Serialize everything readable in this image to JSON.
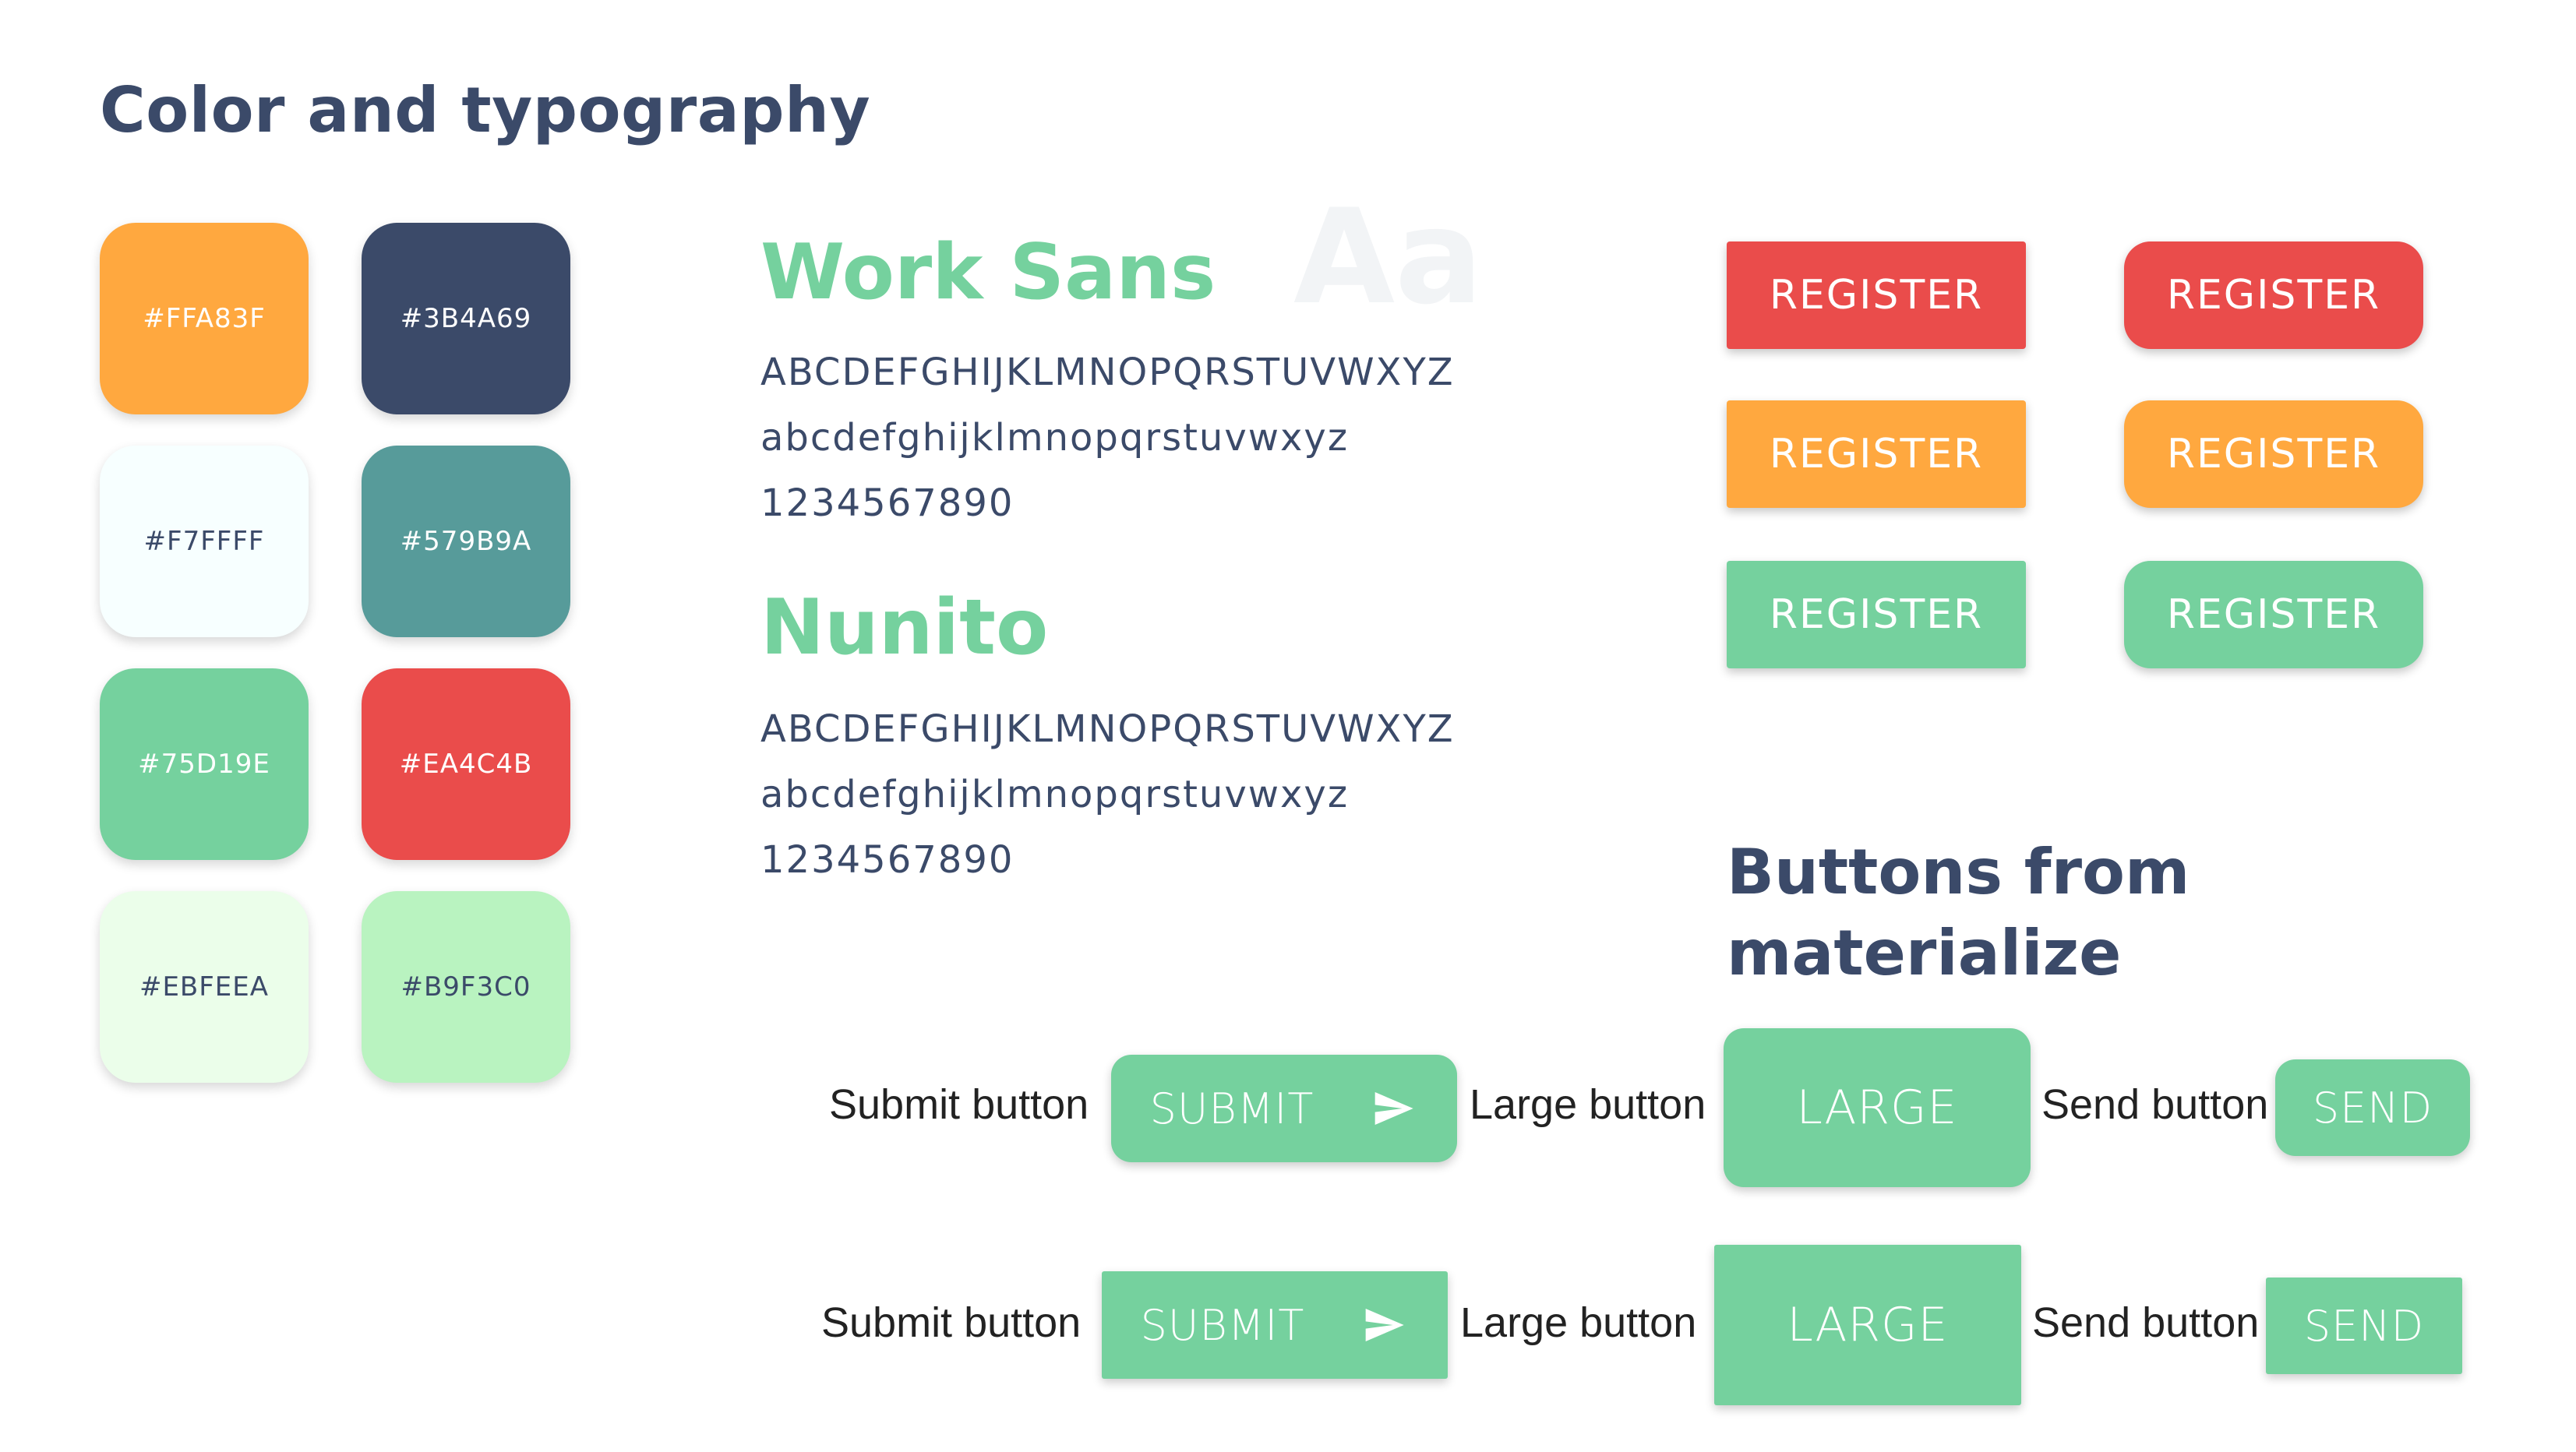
{
  "page_title": "Color and typography",
  "colors": {
    "orange": "#FFA83F",
    "navy": "#3B4A69",
    "ice": "#F7FFFF",
    "teal": "#579B9A",
    "green": "#75D19E",
    "red": "#EA4C4B",
    "mint": "#EBFEEA",
    "light_green": "#B9F3C0"
  },
  "swatches": [
    {
      "label": "#FFA83F",
      "bg": "#FFA83F",
      "text_color": "#ffffff"
    },
    {
      "label": "#3B4A69",
      "bg": "#3B4A69",
      "text_color": "#ffffff"
    },
    {
      "label": "#F7FFFF",
      "bg": "#F7FFFF",
      "text_color": "#3B4A69"
    },
    {
      "label": "#579B9A",
      "bg": "#579B9A",
      "text_color": "#ffffff"
    },
    {
      "label": "#75D19E",
      "bg": "#75D19E",
      "text_color": "#ffffff"
    },
    {
      "label": "#EA4C4B",
      "bg": "#EA4C4B",
      "text_color": "#ffffff"
    },
    {
      "label": "#EBFEEA",
      "bg": "#EBFEEA",
      "text_color": "#3B4A69"
    },
    {
      "label": "#B9F3C0",
      "bg": "#B9F3C0",
      "text_color": "#3B4A69"
    }
  ],
  "typography": {
    "work_sans": {
      "name": "Work Sans",
      "sample_glyph": "Aa",
      "uppercase": "ABCDEFGHIJKLMNOPQRSTUVWXYZ",
      "lowercase": "abcdefghijklmnopqrstuvwxyz",
      "digits": "1234567890"
    },
    "nunito": {
      "name": "Nunito",
      "uppercase": "ABCDEFGHIJKLMNOPQRSTUVWXYZ",
      "lowercase": "abcdefghijklmnopqrstuvwxyz",
      "digits": "1234567890"
    }
  },
  "register_buttons": [
    {
      "label": "REGISTER",
      "color": "#EA4C4B",
      "shape": "square"
    },
    {
      "label": "REGISTER",
      "color": "#EA4C4B",
      "shape": "round"
    },
    {
      "label": "REGISTER",
      "color": "#FFA83F",
      "shape": "square"
    },
    {
      "label": "REGISTER",
      "color": "#FFA83F",
      "shape": "round"
    },
    {
      "label": "REGISTER",
      "color": "#75D19E",
      "shape": "square"
    },
    {
      "label": "REGISTER",
      "color": "#75D19E",
      "shape": "round"
    }
  ],
  "materialize": {
    "title_line1": "Buttons from",
    "title_line2": "materialize",
    "rounded_row": {
      "submit_label": "Submit button",
      "submit_text": "SUBMIT",
      "submit_icon": "send-icon",
      "large_label": "Large button",
      "large_text": "LARGE",
      "send_label": "Send button",
      "send_text": "SEND"
    },
    "square_row": {
      "submit_label": "Submit button",
      "submit_text": "SUBMIT",
      "submit_icon": "send-icon",
      "large_label": "Large button",
      "large_text": "LARGE",
      "send_label": "Send button",
      "send_text": "SEND"
    }
  }
}
